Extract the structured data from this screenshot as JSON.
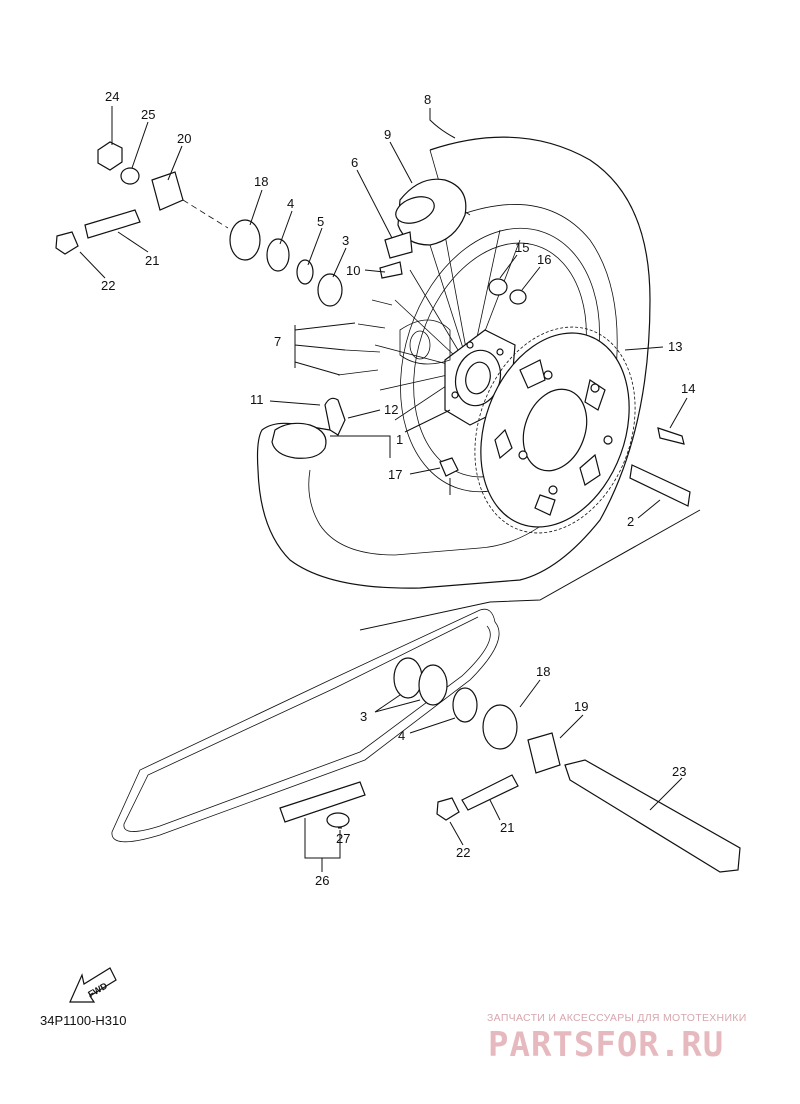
{
  "callouts": [
    {
      "num": "24"
    },
    {
      "num": "25"
    },
    {
      "num": "20"
    },
    {
      "num": "8"
    },
    {
      "num": "9"
    },
    {
      "num": "6"
    },
    {
      "num": "18"
    },
    {
      "num": "4"
    },
    {
      "num": "5"
    },
    {
      "num": "3"
    },
    {
      "num": "21"
    },
    {
      "num": "22"
    },
    {
      "num": "10"
    },
    {
      "num": "15"
    },
    {
      "num": "16"
    },
    {
      "num": "7"
    },
    {
      "num": "13"
    },
    {
      "num": "14"
    },
    {
      "num": "11"
    },
    {
      "num": "12"
    },
    {
      "num": "1"
    },
    {
      "num": "17"
    },
    {
      "num": "2"
    },
    {
      "num": "18"
    },
    {
      "num": "3"
    },
    {
      "num": "4"
    },
    {
      "num": "19"
    },
    {
      "num": "23"
    },
    {
      "num": "21"
    },
    {
      "num": "22"
    },
    {
      "num": "27"
    },
    {
      "num": "26"
    }
  ],
  "diagram_code": "34P1100-H310",
  "fwd_label": "FWD",
  "watermark": {
    "subtitle": "ЗАПЧАСТИ И АКСЕССУАРЫ ДЛЯ МОТОТЕХНИКИ",
    "logo": "PARTSFOR.RU"
  }
}
